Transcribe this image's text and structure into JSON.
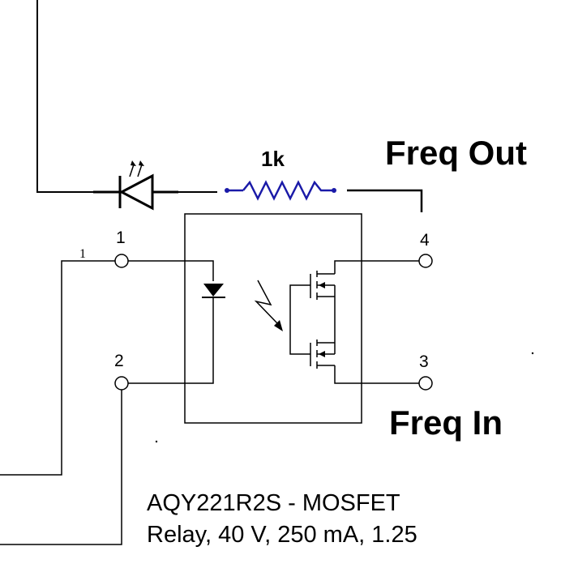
{
  "resistor": {
    "label": "1k",
    "color": "#1a1aa8"
  },
  "labels": {
    "freq_out": "Freq Out",
    "freq_in": "Freq In"
  },
  "pins": {
    "p1": "1",
    "p2": "2",
    "p3": "3",
    "p4": "4"
  },
  "part": {
    "line1": "AQY221R2S -  MOSFET",
    "line2": "Relay, 40 V, 250 mA, 1.25"
  },
  "stray_mark": "1"
}
